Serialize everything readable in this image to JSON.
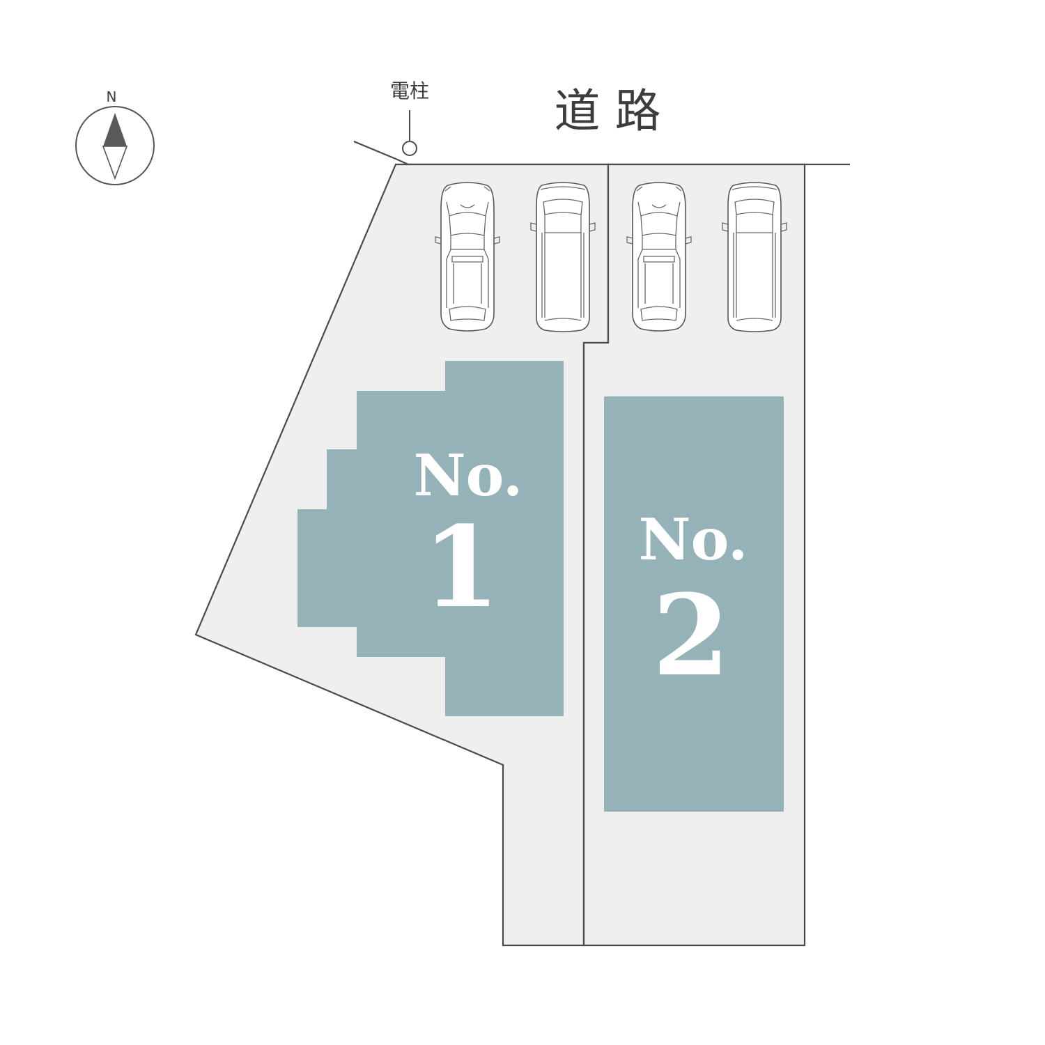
{
  "road": {
    "label": "道 路"
  },
  "pole": {
    "label": "電柱",
    "icon": "utility-pole-icon"
  },
  "compass": {
    "north_label": "N",
    "icon": "north-arrow-icon"
  },
  "lots": [
    {
      "no_label": "No.",
      "number": "1"
    },
    {
      "no_label": "No.",
      "number": "2"
    }
  ],
  "parking_spaces": 4,
  "colors": {
    "building": "#95b2b8",
    "lot_fill": "#efefef",
    "outline": "#4a4a4a",
    "text": "#3c3c3c"
  }
}
